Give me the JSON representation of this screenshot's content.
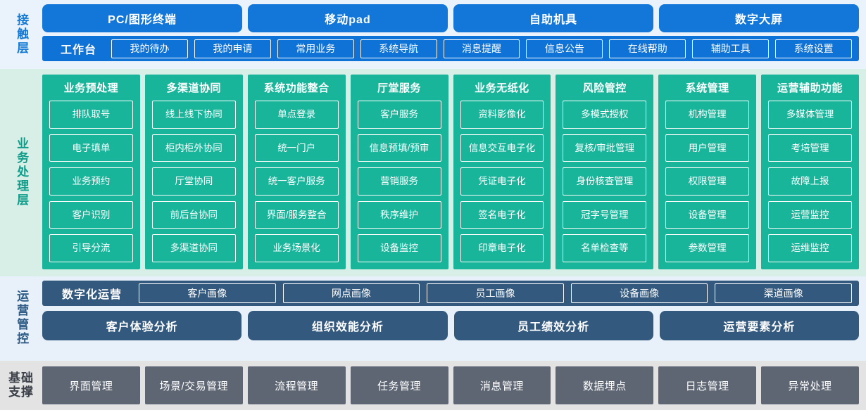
{
  "layers": {
    "contact": {
      "label": "接触层",
      "channels": [
        "PC/图形终端",
        "移动pad",
        "自助机具",
        "数字大屏"
      ],
      "workbench_title": "工作台",
      "workbench_items": [
        "我的待办",
        "我的申请",
        "常用业务",
        "系统导航",
        "消息提醒",
        "信息公告",
        "在线帮助",
        "辅助工具",
        "系统设置"
      ]
    },
    "business": {
      "label": "业务处理层",
      "columns": [
        {
          "title": "业务预处理",
          "items": [
            "排队取号",
            "电子填单",
            "业务预约",
            "客户识别",
            "引导分流"
          ]
        },
        {
          "title": "多渠道协同",
          "items": [
            "线上线下协同",
            "柜内柜外协同",
            "厅堂协同",
            "前后台协同",
            "多渠道协同"
          ]
        },
        {
          "title": "系统功能整合",
          "items": [
            "单点登录",
            "统一门户",
            "统一客户服务",
            "界面/服务整合",
            "业务场景化"
          ]
        },
        {
          "title": "厅堂服务",
          "items": [
            "客户服务",
            "信息预填/预审",
            "营销服务",
            "秩序维护",
            "设备监控"
          ]
        },
        {
          "title": "业务无纸化",
          "items": [
            "资料影像化",
            "信息交互电子化",
            "凭证电子化",
            "签名电子化",
            "印章电子化"
          ]
        },
        {
          "title": "风险管控",
          "items": [
            "多模式授权",
            "复核/审批管理",
            "身份核查管理",
            "冠字号管理",
            "名单检查等"
          ]
        },
        {
          "title": "系统管理",
          "items": [
            "机构管理",
            "用户管理",
            "权限管理",
            "设备管理",
            "参数管理"
          ]
        },
        {
          "title": "运营辅助功能",
          "items": [
            "多媒体管理",
            "考培管理",
            "故障上报",
            "运营监控",
            "运维监控"
          ]
        }
      ]
    },
    "operations": {
      "label": "运营管控",
      "digital_title": "数字化运营",
      "digital_items": [
        "客户画像",
        "网点画像",
        "员工画像",
        "设备画像",
        "渠道画像"
      ],
      "analysis_items": [
        "客户体验分析",
        "组织效能分析",
        "员工绩效分析",
        "运营要素分析"
      ]
    },
    "foundation": {
      "label_line1": "基础",
      "label_line2": "支撑",
      "items": [
        "界面管理",
        "场景/交易管理",
        "流程管理",
        "任务管理",
        "消息管理",
        "数据埋点",
        "日志管理",
        "异常处理"
      ]
    }
  },
  "colors": {
    "contact_bg": "#eaf3fb",
    "contact_accent": "#1277d8",
    "business_bg": "#d8efe8",
    "business_accent": "#18b59b",
    "operations_bg": "#e8f1fa",
    "operations_accent": "#33597f",
    "foundation_bg": "#e3e3e3",
    "foundation_accent": "#5e6673"
  }
}
